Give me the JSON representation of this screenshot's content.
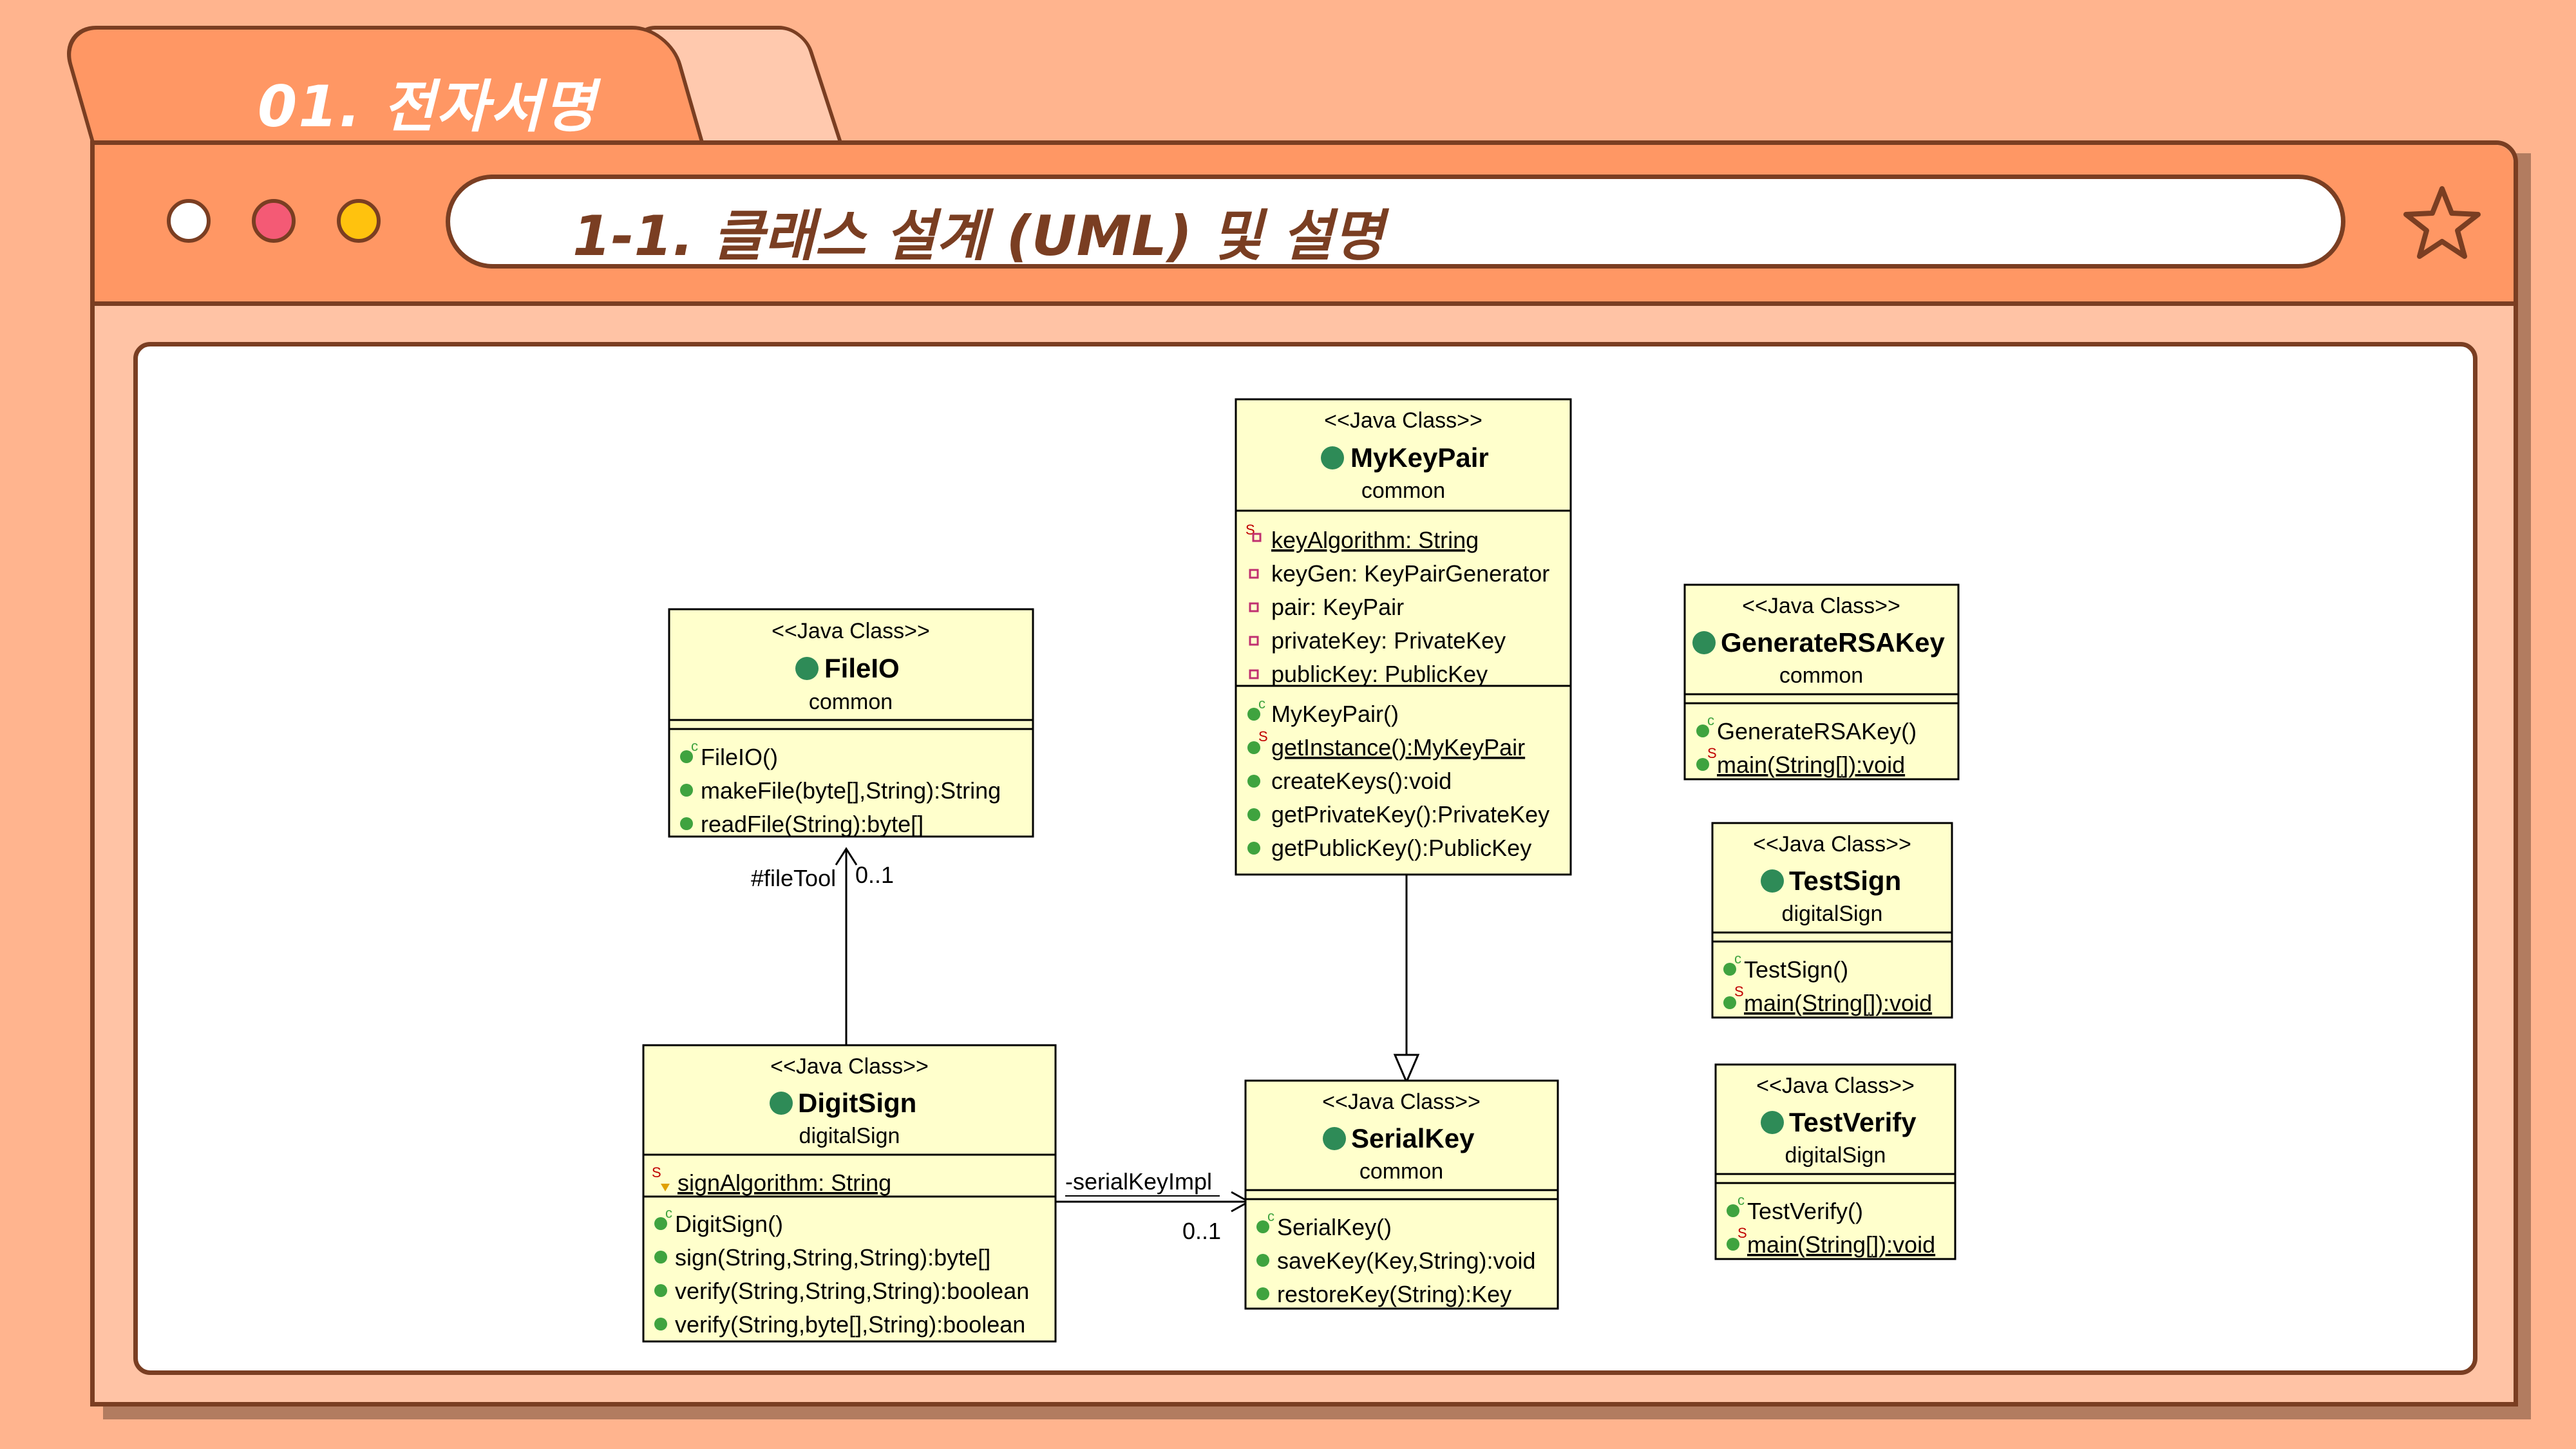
{
  "tab": {
    "title": "01. 전자서명"
  },
  "header": {
    "address_text": "1-1. 클래스 설계 (UML) 및 설명"
  },
  "colors": {
    "background": "#FFB48E",
    "accent": "#FF9764",
    "outline": "#7A3E22",
    "dot_white": "#FFFFFF",
    "dot_red": "#F45A75",
    "dot_yellow": "#FFC20E",
    "class_fill": "#FFFFCC"
  },
  "diagram": {
    "classes": {
      "mykeypair": {
        "stereotype": "<<Java Class>>",
        "name": "MyKeyPair",
        "package": "common",
        "fields": [
          "keyAlgorithm: String",
          "keyGen: KeyPairGenerator",
          "pair: KeyPair",
          "privateKey: PrivateKey",
          "publicKey: PublicKey"
        ],
        "methods": [
          "MyKeyPair()",
          "getInstance():MyKeyPair",
          "createKeys():void",
          "getPrivateKey():PrivateKey",
          "getPublicKey():PublicKey"
        ]
      },
      "fileio": {
        "stereotype": "<<Java Class>>",
        "name": "FileIO",
        "package": "common",
        "methods": [
          "FileIO()",
          "makeFile(byte[],String):String",
          "readFile(String):byte[]"
        ]
      },
      "generatersakey": {
        "stereotype": "<<Java Class>>",
        "name": "GenerateRSAKey",
        "package": "common",
        "methods": [
          "GenerateRSAKey()",
          "main(String[]):void"
        ]
      },
      "testsign": {
        "stereotype": "<<Java Class>>",
        "name": "TestSign",
        "package": "digitalSign",
        "methods": [
          "TestSign()",
          "main(String[]):void"
        ]
      },
      "testverify": {
        "stereotype": "<<Java Class>>",
        "name": "TestVerify",
        "package": "digitalSign",
        "methods": [
          "TestVerify()",
          "main(String[]):void"
        ]
      },
      "digitsign": {
        "stereotype": "<<Java Class>>",
        "name": "DigitSign",
        "package": "digitalSign",
        "fields": [
          "signAlgorithm: String"
        ],
        "methods": [
          "DigitSign()",
          "sign(String,String,String):byte[]",
          "verify(String,String,String):boolean",
          "verify(String,byte[],String):boolean"
        ]
      },
      "serialkey": {
        "stereotype": "<<Java Class>>",
        "name": "SerialKey",
        "package": "common",
        "methods": [
          "SerialKey()",
          "saveKey(Key,String):void",
          "restoreKey(String):Key"
        ]
      }
    },
    "relations": {
      "filetool_role": "#fileTool",
      "filetool_mult": "0..1",
      "serialkeyimpl_role": "-serialKeyImpl",
      "serialkeyimpl_mult": "0..1"
    }
  }
}
